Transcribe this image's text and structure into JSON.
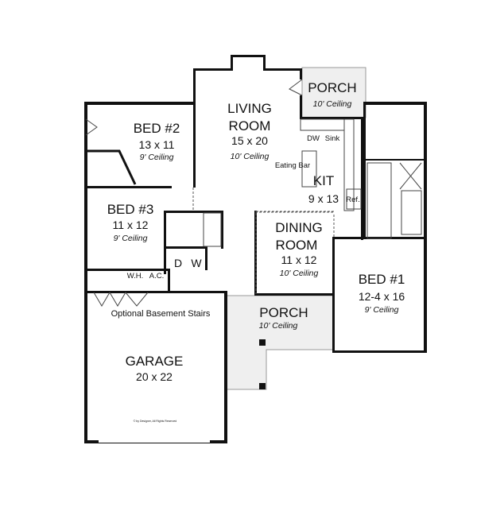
{
  "rooms": {
    "porch_rear": {
      "name": "PORCH",
      "ceiling": "10' Ceiling"
    },
    "living": {
      "name1": "LIVING",
      "name2": "ROOM",
      "size": "15 x 20",
      "ceiling": "10' Ceiling"
    },
    "bed2": {
      "name": "BED #2",
      "size": "13 x 11",
      "ceiling": "9' Ceiling"
    },
    "bed3": {
      "name": "BED #3",
      "size": "11 x 12",
      "ceiling": "9' Ceiling"
    },
    "kitchen": {
      "name": "KIT",
      "size": "9 x 13",
      "eating_bar": "Eating Bar",
      "dw": "DW",
      "sink": "Sink",
      "ref": "Ref."
    },
    "dining": {
      "name1": "DINING",
      "name2": "ROOM",
      "size": "11 x 12",
      "ceiling": "10' Ceiling"
    },
    "bed1": {
      "name": "BED #1",
      "size": "12-4 x 16",
      "ceiling": "9' Ceiling"
    },
    "porch_front": {
      "name": "PORCH",
      "ceiling": "10' Ceiling"
    },
    "laundry": {
      "dryer": "D",
      "washer": "W"
    },
    "utility": {
      "wh": "W.H.",
      "ac": "A.C."
    },
    "stairs": {
      "label": "Optional Basement Stairs"
    },
    "garage": {
      "name": "GARAGE",
      "size": "20 x 22"
    }
  },
  "copyright": "© by Designer, All Rights Reserved"
}
